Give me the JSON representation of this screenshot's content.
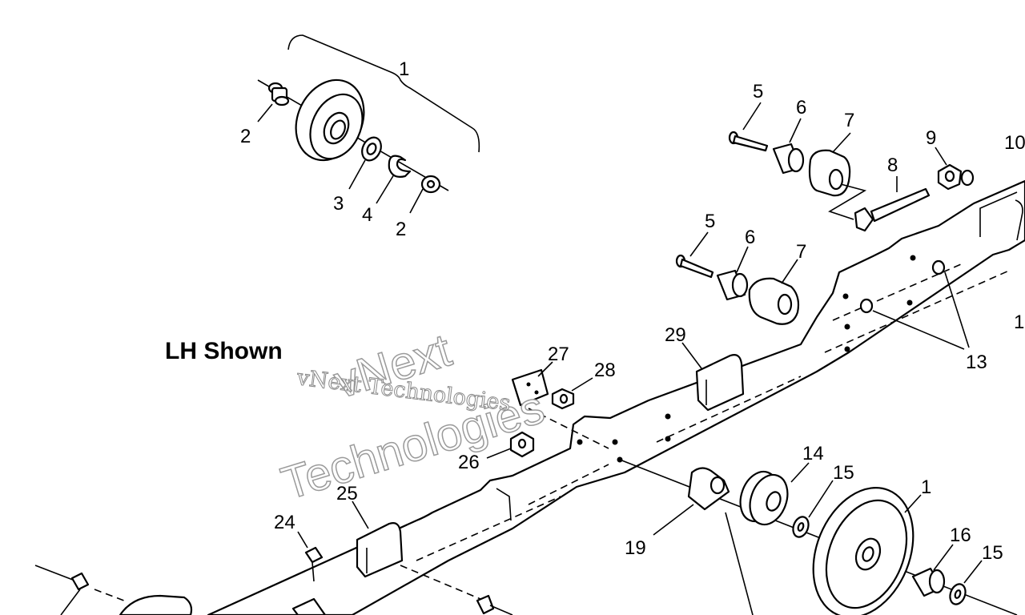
{
  "diagram": {
    "view_label": "LH Shown",
    "watermark": {
      "line1": "vNext",
      "line2": "Technologies",
      "small": "vNext Technologies"
    },
    "callouts": [
      {
        "id": "c1-top",
        "text": "1"
      },
      {
        "id": "c2-left",
        "text": "2"
      },
      {
        "id": "c3",
        "text": "3"
      },
      {
        "id": "c4",
        "text": "4"
      },
      {
        "id": "c2-right",
        "text": "2"
      },
      {
        "id": "c5-upper",
        "text": "5"
      },
      {
        "id": "c6-upper",
        "text": "6"
      },
      {
        "id": "c7-upper",
        "text": "7"
      },
      {
        "id": "c8",
        "text": "8"
      },
      {
        "id": "c9",
        "text": "9"
      },
      {
        "id": "c10",
        "text": "10"
      },
      {
        "id": "c5-lower",
        "text": "5"
      },
      {
        "id": "c6-lower",
        "text": "6"
      },
      {
        "id": "c7-lower",
        "text": "7"
      },
      {
        "id": "c11",
        "text": "1"
      },
      {
        "id": "c13",
        "text": "13"
      },
      {
        "id": "c29",
        "text": "29"
      },
      {
        "id": "c27",
        "text": "27"
      },
      {
        "id": "c28",
        "text": "28"
      },
      {
        "id": "c26",
        "text": "26"
      },
      {
        "id": "c14",
        "text": "14"
      },
      {
        "id": "c15-upper",
        "text": "15"
      },
      {
        "id": "c1-lower",
        "text": "1"
      },
      {
        "id": "c16",
        "text": "16"
      },
      {
        "id": "c15-lower",
        "text": "15"
      },
      {
        "id": "c19",
        "text": "19"
      },
      {
        "id": "c25",
        "text": "25"
      },
      {
        "id": "c24",
        "text": "24"
      }
    ]
  }
}
